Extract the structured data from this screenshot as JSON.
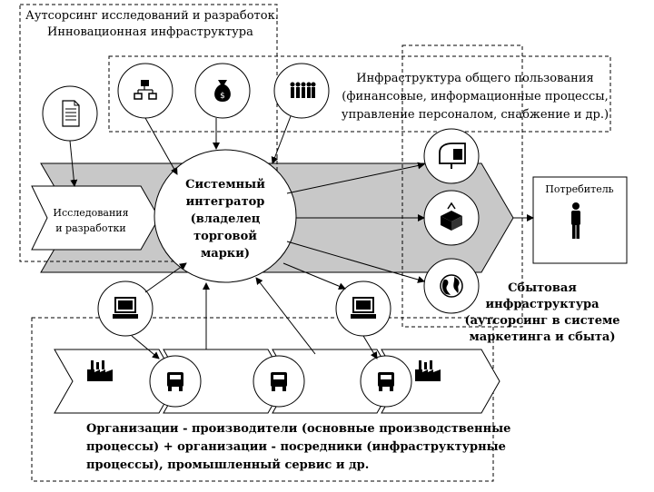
{
  "labels": {
    "rnd_outsourcing": [
      "Аутсорсинг исследований и разработок.",
      "Инновационная инфраструктура"
    ],
    "public_infra": [
      "Инфраструктура общего пользования",
      "(финансовые, информационные процессы,",
      "управление персоналом, снабжение и др.)"
    ],
    "system_integrator": [
      "Системный",
      "интегратор",
      "(владелец",
      "торговой",
      "марки)"
    ],
    "rnd": [
      "Исследования",
      "и разработки"
    ],
    "consumer": "Потребитель",
    "sales_infra": [
      "Сбытовая",
      "инфраструктура",
      "(аутсорсинг в системе",
      "маркетинга и сбыта)"
    ],
    "producers": [
      "Организации - производители (основные производственные",
      "процессы) + организации - посредники (инфраструктурные",
      "процессы), промышленный сервис и др."
    ]
  },
  "icons": {
    "document": "document-icon",
    "network": "network-icon",
    "money_bag": "money-bag-icon",
    "people": "people-icon",
    "computer": "computer-icon",
    "factory": "factory-icon",
    "truck": "truck-icon",
    "mailbox": "mailbox-icon",
    "box": "box-icon",
    "globe": "globe-icon",
    "person": "person-icon"
  },
  "colors": {
    "band_fill": "#c8c8c8",
    "stroke": "#000000",
    "background": "#ffffff"
  }
}
